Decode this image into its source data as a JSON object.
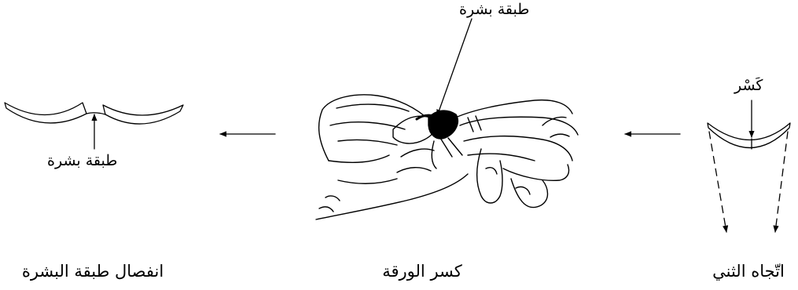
{
  "labels": {
    "break_mark": "كَسْر",
    "epidermis_top": "طبقة بشرة",
    "epidermis_left": "طبقة بشرة"
  },
  "captions": {
    "right": "اتّجاه الثني",
    "middle": "كسر الورقة",
    "left": "انفصال طبقة البشرة"
  },
  "colors": {
    "ink": "#000000",
    "background": "#ffffff"
  }
}
